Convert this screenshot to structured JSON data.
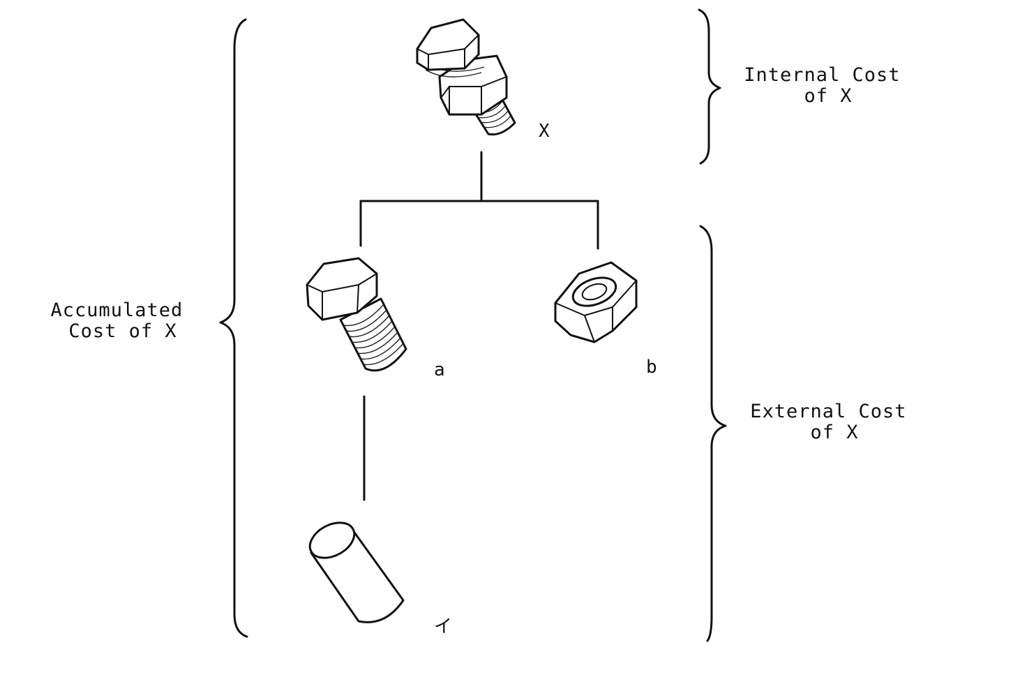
{
  "labels": {
    "internal_cost": [
      "Internal Cost",
      "of X"
    ],
    "external_cost": [
      "External Cost",
      "of X"
    ],
    "accumulated_cost": [
      "Accumulated",
      "Cost of X"
    ],
    "part_x": "X",
    "part_a": "a",
    "part_b": "b",
    "part_i": "イ"
  },
  "parts": [
    {
      "id": "X",
      "depicts": "bolt-and-nut-assembly"
    },
    {
      "id": "a",
      "depicts": "hex-bolt"
    },
    {
      "id": "b",
      "depicts": "hex-nut"
    },
    {
      "id": "イ",
      "depicts": "cylindrical-rod"
    }
  ],
  "tree": {
    "root": "X",
    "children": {
      "X": [
        "a",
        "b"
      ],
      "a": [
        "イ"
      ]
    }
  }
}
